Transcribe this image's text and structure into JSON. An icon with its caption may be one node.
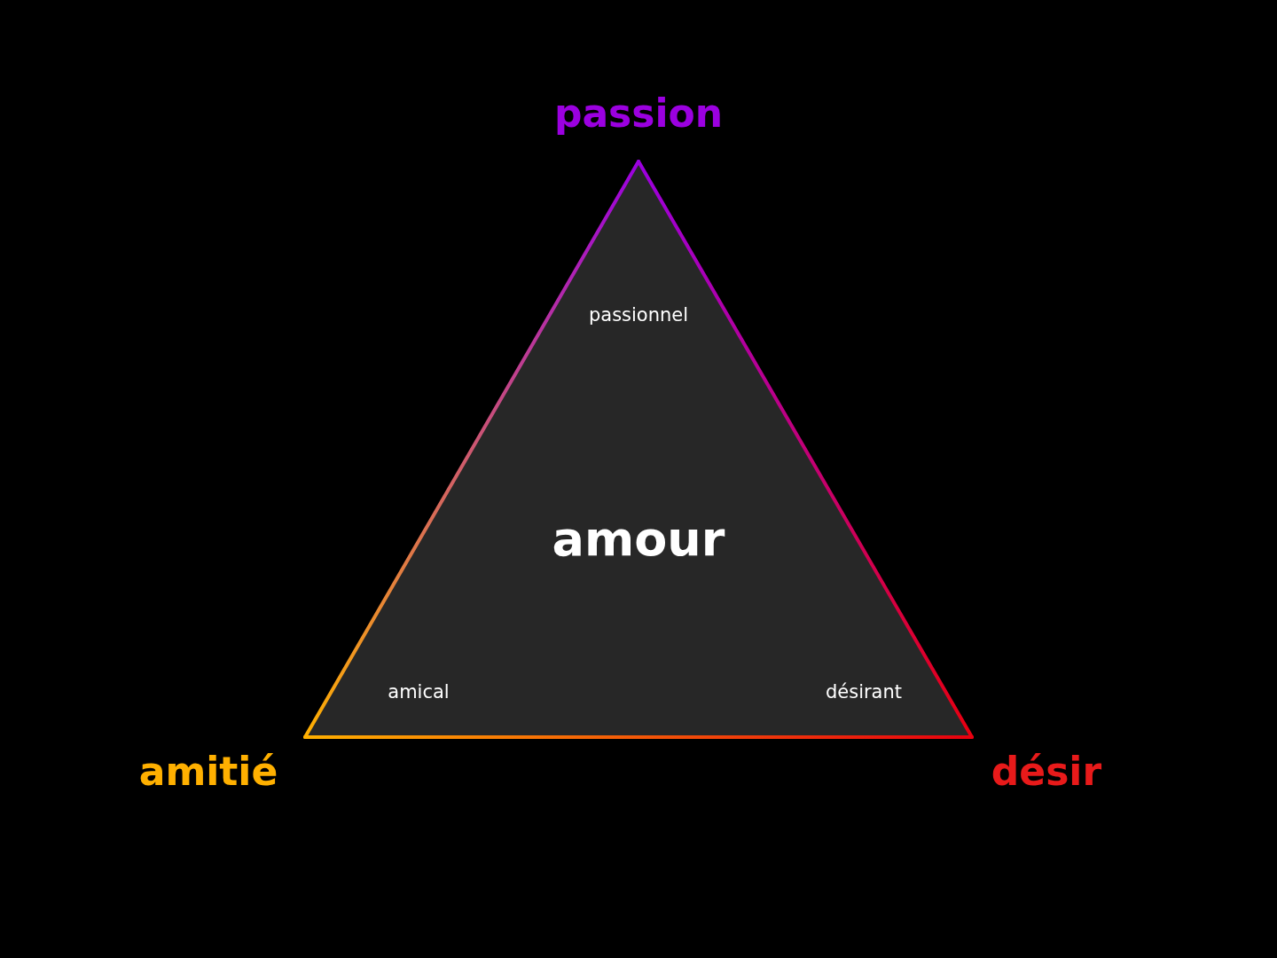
{
  "diagram": {
    "nodes": [
      {
        "text": [
          "passionnel",
          "amour",
          "amical",
          "désirant"
        ],
        "beside": [
          "passion",
          "amitié",
          "désir"
        ]
      }
    ]
  }
}
